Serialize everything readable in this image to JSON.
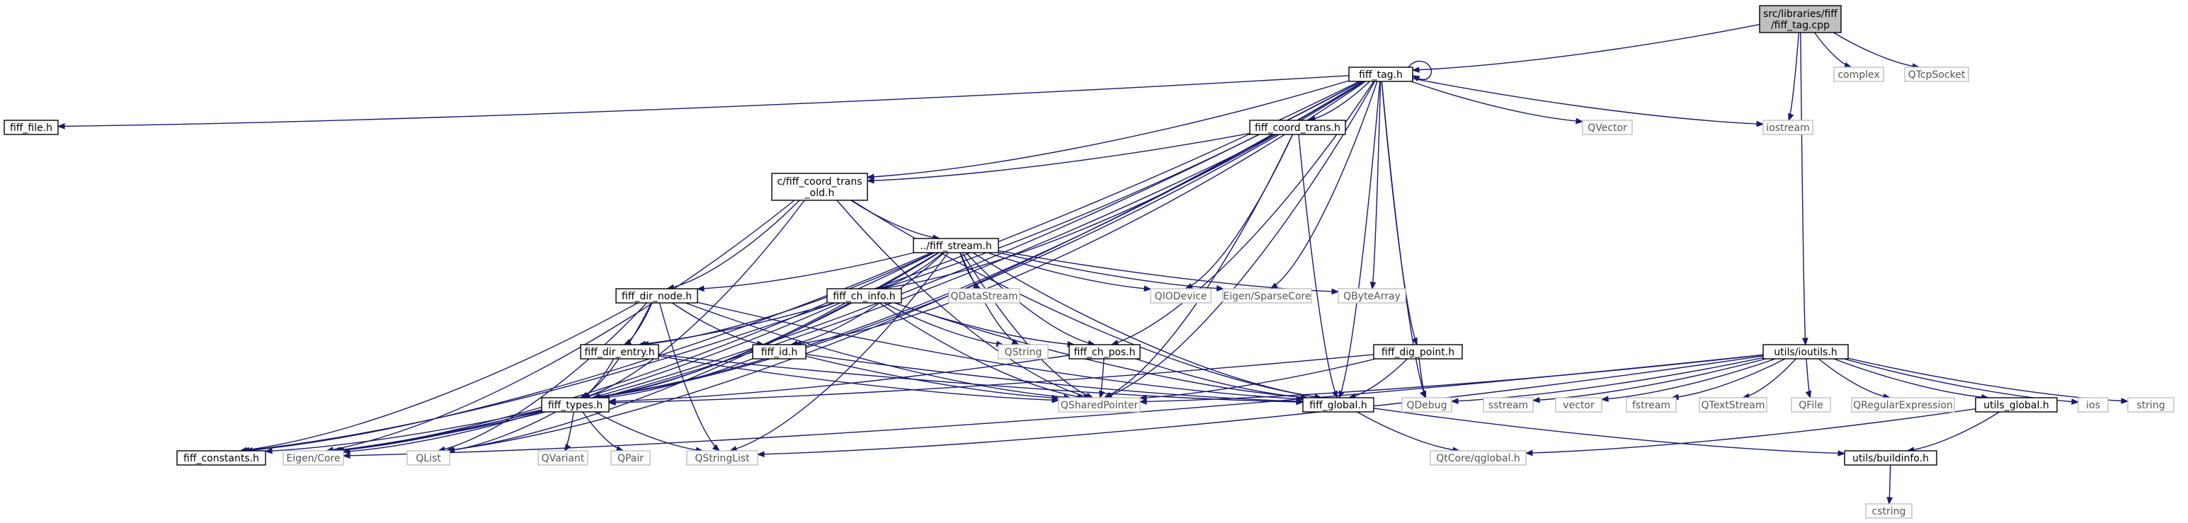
{
  "graph": {
    "nodes": [
      {
        "id": "root",
        "name": "root-node-fiff-tag-cpp",
        "label": [
          "src/libraries/fiff",
          "/fiff_tag.cpp"
        ],
        "style": "root"
      },
      {
        "id": "fiff_tag_h",
        "name": "node-fiff-tag-h",
        "label": [
          "fiff_tag.h"
        ],
        "style": "normal"
      },
      {
        "id": "fiff_file_h",
        "name": "node-fiff-file-h",
        "label": [
          "fiff_file.h"
        ],
        "style": "normal"
      },
      {
        "id": "complex",
        "name": "node-complex",
        "label": [
          "complex"
        ],
        "style": "ext"
      },
      {
        "id": "qtcpsocket",
        "name": "node-qtcpsocket",
        "label": [
          "QTcpSocket"
        ],
        "style": "ext"
      },
      {
        "id": "iostream",
        "name": "node-iostream",
        "label": [
          "iostream"
        ],
        "style": "ext"
      },
      {
        "id": "qvector",
        "name": "node-qvector",
        "label": [
          "QVector"
        ],
        "style": "ext"
      },
      {
        "id": "fiff_coord_trans_h",
        "name": "node-fiff-coord-trans-h",
        "label": [
          "fiff_coord_trans.h"
        ],
        "style": "normal"
      },
      {
        "id": "c_fiff_coord_trans_old_h",
        "name": "node-c-fiff-coord-trans-old-h",
        "label": [
          "c/fiff_coord_trans",
          "_old.h"
        ],
        "style": "normal"
      },
      {
        "id": "fiff_stream_h",
        "name": "node-fiff-stream-h",
        "label": [
          "../fiff_stream.h"
        ],
        "style": "normal"
      },
      {
        "id": "qdatastream",
        "name": "node-qdatastream",
        "label": [
          "QDataStream"
        ],
        "style": "ext"
      },
      {
        "id": "qiodevice",
        "name": "node-qiodevice",
        "label": [
          "QIODevice"
        ],
        "style": "ext"
      },
      {
        "id": "eigen_sparsecore",
        "name": "node-eigen-sparsecore",
        "label": [
          "Eigen/SparseCore"
        ],
        "style": "ext"
      },
      {
        "id": "qbytearray",
        "name": "node-qbytearray",
        "label": [
          "QByteArray"
        ],
        "style": "ext"
      },
      {
        "id": "fiff_dir_node_h",
        "name": "node-fiff-dir-node-h",
        "label": [
          "fiff_dir_node.h"
        ],
        "style": "normal"
      },
      {
        "id": "fiff_ch_info_h",
        "name": "node-fiff-ch-info-h",
        "label": [
          "fiff_ch_info.h"
        ],
        "style": "normal"
      },
      {
        "id": "qstring",
        "name": "node-qstring",
        "label": [
          "QString"
        ],
        "style": "ext"
      },
      {
        "id": "fiff_ch_pos_h",
        "name": "node-fiff-ch-pos-h",
        "label": [
          "fiff_ch_pos.h"
        ],
        "style": "normal"
      },
      {
        "id": "fiff_dir_entry_h",
        "name": "node-fiff-dir-entry-h",
        "label": [
          "fiff_dir_entry.h"
        ],
        "style": "normal"
      },
      {
        "id": "fiff_id_h",
        "name": "node-fiff-id-h",
        "label": [
          "fiff_id.h"
        ],
        "style": "normal"
      },
      {
        "id": "fiff_dig_point_h",
        "name": "node-fiff-dig-point-h",
        "label": [
          "fiff_dig_point.h"
        ],
        "style": "normal"
      },
      {
        "id": "fiff_types_h",
        "name": "node-fiff-types-h",
        "label": [
          "fiff_types.h"
        ],
        "style": "normal"
      },
      {
        "id": "qsharedpointer",
        "name": "node-qsharedpointer",
        "label": [
          "QSharedPointer"
        ],
        "style": "ext"
      },
      {
        "id": "fiff_global_h",
        "name": "node-fiff-global-h",
        "label": [
          "fiff_global.h"
        ],
        "style": "normal"
      },
      {
        "id": "qdebug",
        "name": "node-qdebug",
        "label": [
          "QDebug"
        ],
        "style": "ext"
      },
      {
        "id": "fiff_constants_h",
        "name": "node-fiff-constants-h",
        "label": [
          "fiff_constants.h"
        ],
        "style": "normal"
      },
      {
        "id": "eigen_core",
        "name": "node-eigen-core",
        "label": [
          "Eigen/Core"
        ],
        "style": "ext"
      },
      {
        "id": "qlist",
        "name": "node-qlist",
        "label": [
          "QList"
        ],
        "style": "ext"
      },
      {
        "id": "qvariant",
        "name": "node-qvariant",
        "label": [
          "QVariant"
        ],
        "style": "ext"
      },
      {
        "id": "qpair",
        "name": "node-qpair",
        "label": [
          "QPair"
        ],
        "style": "ext"
      },
      {
        "id": "qstringlist",
        "name": "node-qstringlist",
        "label": [
          "QStringList"
        ],
        "style": "ext"
      },
      {
        "id": "qtcore_qglobal_h",
        "name": "node-qtcore-qglobal-h",
        "label": [
          "QtCore/qglobal.h"
        ],
        "style": "ext"
      },
      {
        "id": "utils_ioutils_h",
        "name": "node-utils-ioutils-h",
        "label": [
          "utils/ioutils.h"
        ],
        "style": "normal"
      },
      {
        "id": "sstream",
        "name": "node-sstream",
        "label": [
          "sstream"
        ],
        "style": "ext"
      },
      {
        "id": "vector",
        "name": "node-vector",
        "label": [
          "vector"
        ],
        "style": "ext"
      },
      {
        "id": "fstream",
        "name": "node-fstream",
        "label": [
          "fstream"
        ],
        "style": "ext"
      },
      {
        "id": "qtextstream",
        "name": "node-qtextstream",
        "label": [
          "QTextStream"
        ],
        "style": "ext"
      },
      {
        "id": "qfile",
        "name": "node-qfile",
        "label": [
          "QFile"
        ],
        "style": "ext"
      },
      {
        "id": "qregularexpression",
        "name": "node-qregularexpression",
        "label": [
          "QRegularExpression"
        ],
        "style": "ext"
      },
      {
        "id": "utils_global_h",
        "name": "node-utils-global-h",
        "label": [
          "utils_global.h"
        ],
        "style": "normal"
      },
      {
        "id": "ios",
        "name": "node-ios",
        "label": [
          "ios"
        ],
        "style": "ext"
      },
      {
        "id": "string",
        "name": "node-string",
        "label": [
          "string"
        ],
        "style": "ext"
      },
      {
        "id": "utils_buildinfo_h",
        "name": "node-utils-buildinfo-h",
        "label": [
          "utils/buildinfo.h"
        ],
        "style": "normal"
      },
      {
        "id": "cstring",
        "name": "node-cstring",
        "label": [
          "cstring"
        ],
        "style": "ext"
      }
    ],
    "edges": [
      [
        "root",
        "fiff_tag_h"
      ],
      [
        "root",
        "iostream"
      ],
      [
        "root",
        "complex"
      ],
      [
        "root",
        "qtcpsocket"
      ],
      [
        "root",
        "utils_ioutils_h"
      ],
      [
        "fiff_tag_h",
        "fiff_tag_h"
      ],
      [
        "fiff_tag_h",
        "fiff_file_h"
      ],
      [
        "fiff_tag_h",
        "fiff_constants_h"
      ],
      [
        "fiff_tag_h",
        "eigen_core"
      ],
      [
        "fiff_tag_h",
        "fiff_types_h"
      ],
      [
        "fiff_tag_h",
        "qlist"
      ],
      [
        "fiff_tag_h",
        "fiff_dir_entry_h"
      ],
      [
        "fiff_tag_h",
        "fiff_id_h"
      ],
      [
        "fiff_tag_h",
        "fiff_coord_trans_h"
      ],
      [
        "fiff_tag_h",
        "c_fiff_coord_trans_old_h"
      ],
      [
        "fiff_tag_h",
        "fiff_ch_info_h"
      ],
      [
        "fiff_tag_h",
        "eigen_sparsecore"
      ],
      [
        "fiff_tag_h",
        "qbytearray"
      ],
      [
        "fiff_tag_h",
        "qvector"
      ],
      [
        "fiff_tag_h",
        "iostream"
      ],
      [
        "fiff_tag_h",
        "fiff_ch_pos_h"
      ],
      [
        "fiff_tag_h",
        "fiff_dig_point_h"
      ],
      [
        "fiff_tag_h",
        "fiff_global_h"
      ],
      [
        "fiff_tag_h",
        "qsharedpointer"
      ],
      [
        "fiff_tag_h",
        "qdebug"
      ],
      [
        "fiff_coord_trans_h",
        "c_fiff_coord_trans_old_h"
      ],
      [
        "fiff_coord_trans_h",
        "fiff_types_h"
      ],
      [
        "fiff_coord_trans_h",
        "eigen_core"
      ],
      [
        "fiff_coord_trans_h",
        "qiodevice"
      ],
      [
        "fiff_coord_trans_h",
        "qsharedpointer"
      ],
      [
        "fiff_coord_trans_h",
        "fiff_global_h"
      ],
      [
        "c_fiff_coord_trans_old_h",
        "fiff_stream_h"
      ],
      [
        "c_fiff_coord_trans_old_h",
        "fiff_dir_node_h"
      ],
      [
        "c_fiff_coord_trans_old_h",
        "fiff_types_h"
      ],
      [
        "c_fiff_coord_trans_old_h",
        "eigen_core"
      ],
      [
        "c_fiff_coord_trans_old_h",
        "qsharedpointer"
      ],
      [
        "c_fiff_coord_trans_old_h",
        "fiff_global_h"
      ],
      [
        "fiff_stream_h",
        "fiff_dir_node_h"
      ],
      [
        "fiff_stream_h",
        "fiff_dir_entry_h"
      ],
      [
        "fiff_stream_h",
        "fiff_types_h"
      ],
      [
        "fiff_stream_h",
        "fiff_id_h"
      ],
      [
        "fiff_stream_h",
        "fiff_ch_info_h"
      ],
      [
        "fiff_stream_h",
        "fiff_constants_h"
      ],
      [
        "fiff_stream_h",
        "eigen_core"
      ],
      [
        "fiff_stream_h",
        "qlist"
      ],
      [
        "fiff_stream_h",
        "qdatastream"
      ],
      [
        "fiff_stream_h",
        "qiodevice"
      ],
      [
        "fiff_stream_h",
        "eigen_sparsecore"
      ],
      [
        "fiff_stream_h",
        "qbytearray"
      ],
      [
        "fiff_stream_h",
        "qstring"
      ],
      [
        "fiff_stream_h",
        "qstringlist"
      ],
      [
        "fiff_stream_h",
        "qsharedpointer"
      ],
      [
        "fiff_stream_h",
        "fiff_global_h"
      ],
      [
        "fiff_stream_h",
        "fiff_ch_pos_h"
      ],
      [
        "fiff_dir_node_h",
        "fiff_dir_entry_h"
      ],
      [
        "fiff_dir_node_h",
        "fiff_types_h"
      ],
      [
        "fiff_dir_node_h",
        "fiff_id_h"
      ],
      [
        "fiff_dir_node_h",
        "fiff_constants_h"
      ],
      [
        "fiff_dir_node_h",
        "qlist"
      ],
      [
        "fiff_dir_node_h",
        "qstringlist"
      ],
      [
        "fiff_dir_node_h",
        "qsharedpointer"
      ],
      [
        "fiff_dir_node_h",
        "fiff_global_h"
      ],
      [
        "fiff_ch_info_h",
        "fiff_ch_pos_h"
      ],
      [
        "fiff_ch_info_h",
        "fiff_types_h"
      ],
      [
        "fiff_ch_info_h",
        "qstring"
      ],
      [
        "fiff_ch_info_h",
        "qsharedpointer"
      ],
      [
        "fiff_ch_info_h",
        "fiff_global_h"
      ],
      [
        "fiff_ch_info_h",
        "eigen_core"
      ],
      [
        "fiff_ch_pos_h",
        "fiff_types_h"
      ],
      [
        "fiff_ch_pos_h",
        "qsharedpointer"
      ],
      [
        "fiff_ch_pos_h",
        "fiff_global_h"
      ],
      [
        "fiff_dir_entry_h",
        "fiff_types_h"
      ],
      [
        "fiff_dir_entry_h",
        "qsharedpointer"
      ],
      [
        "fiff_dir_entry_h",
        "fiff_global_h"
      ],
      [
        "fiff_id_h",
        "fiff_types_h"
      ],
      [
        "fiff_id_h",
        "qsharedpointer"
      ],
      [
        "fiff_id_h",
        "fiff_global_h"
      ],
      [
        "fiff_dig_point_h",
        "fiff_types_h"
      ],
      [
        "fiff_dig_point_h",
        "qsharedpointer"
      ],
      [
        "fiff_dig_point_h",
        "fiff_global_h"
      ],
      [
        "fiff_dig_point_h",
        "qdebug"
      ],
      [
        "fiff_types_h",
        "fiff_constants_h"
      ],
      [
        "fiff_types_h",
        "eigen_core"
      ],
      [
        "fiff_types_h",
        "qlist"
      ],
      [
        "fiff_types_h",
        "qvariant"
      ],
      [
        "fiff_types_h",
        "qpair"
      ],
      [
        "fiff_types_h",
        "qstringlist"
      ],
      [
        "fiff_global_h",
        "qtcore_qglobal_h"
      ],
      [
        "fiff_global_h",
        "utils_buildinfo_h"
      ],
      [
        "utils_ioutils_h",
        "utils_global_h"
      ],
      [
        "utils_ioutils_h",
        "eigen_core"
      ],
      [
        "utils_ioutils_h",
        "qstringlist"
      ],
      [
        "utils_ioutils_h",
        "qsharedpointer"
      ],
      [
        "utils_ioutils_h",
        "qdebug"
      ],
      [
        "utils_ioutils_h",
        "sstream"
      ],
      [
        "utils_ioutils_h",
        "vector"
      ],
      [
        "utils_ioutils_h",
        "fstream"
      ],
      [
        "utils_ioutils_h",
        "qtextstream"
      ],
      [
        "utils_ioutils_h",
        "qfile"
      ],
      [
        "utils_ioutils_h",
        "qregularexpression"
      ],
      [
        "utils_ioutils_h",
        "ios"
      ],
      [
        "utils_ioutils_h",
        "string"
      ],
      [
        "utils_global_h",
        "qtcore_qglobal_h"
      ],
      [
        "utils_global_h",
        "utils_buildinfo_h"
      ],
      [
        "utils_buildinfo_h",
        "cstring"
      ]
    ],
    "colors": {
      "edge": "#191970",
      "root_fill": "#bfbfbf",
      "node_border": "#000000",
      "external_border": "#bfbfbf",
      "external_text": "#555555"
    }
  }
}
